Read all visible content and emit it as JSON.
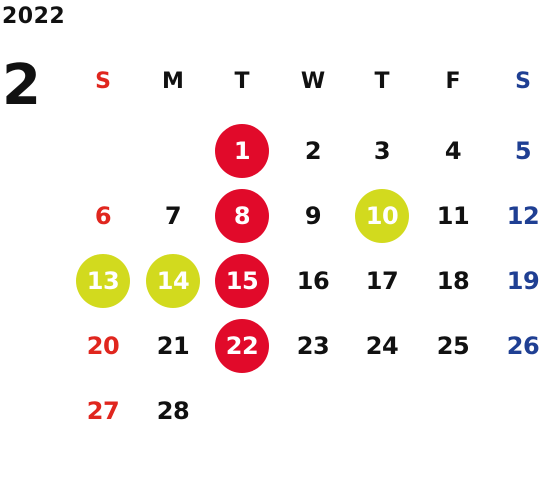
{
  "year": "2022",
  "month": "2",
  "colors": {
    "sunday": "#e0261e",
    "saturday": "#1f3f93",
    "weekday": "#111111",
    "circle_red": "#e10a2a",
    "circle_yellow": "#d2da1e",
    "circle_text": "#ffffff"
  },
  "weekdays": [
    {
      "label": "S",
      "kind": "sunday"
    },
    {
      "label": "M",
      "kind": "weekday"
    },
    {
      "label": "T",
      "kind": "weekday"
    },
    {
      "label": "W",
      "kind": "weekday"
    },
    {
      "label": "T",
      "kind": "weekday"
    },
    {
      "label": "F",
      "kind": "weekday"
    },
    {
      "label": "S",
      "kind": "saturday"
    }
  ],
  "days": [
    {
      "day": "1",
      "circle": "red"
    },
    {
      "day": "2"
    },
    {
      "day": "3"
    },
    {
      "day": "4"
    },
    {
      "day": "5"
    },
    {
      "day": "6"
    },
    {
      "day": "7"
    },
    {
      "day": "8",
      "circle": "red"
    },
    {
      "day": "9"
    },
    {
      "day": "10",
      "circle": "yellow"
    },
    {
      "day": "11"
    },
    {
      "day": "12"
    },
    {
      "day": "13",
      "circle": "yellow"
    },
    {
      "day": "14",
      "circle": "yellow"
    },
    {
      "day": "15",
      "circle": "red"
    },
    {
      "day": "16"
    },
    {
      "day": "17"
    },
    {
      "day": "18"
    },
    {
      "day": "19"
    },
    {
      "day": "20"
    },
    {
      "day": "21"
    },
    {
      "day": "22",
      "circle": "red"
    },
    {
      "day": "23"
    },
    {
      "day": "24"
    },
    {
      "day": "25"
    },
    {
      "day": "26"
    },
    {
      "day": "27"
    },
    {
      "day": "28"
    }
  ],
  "first_weekday_index": 2
}
